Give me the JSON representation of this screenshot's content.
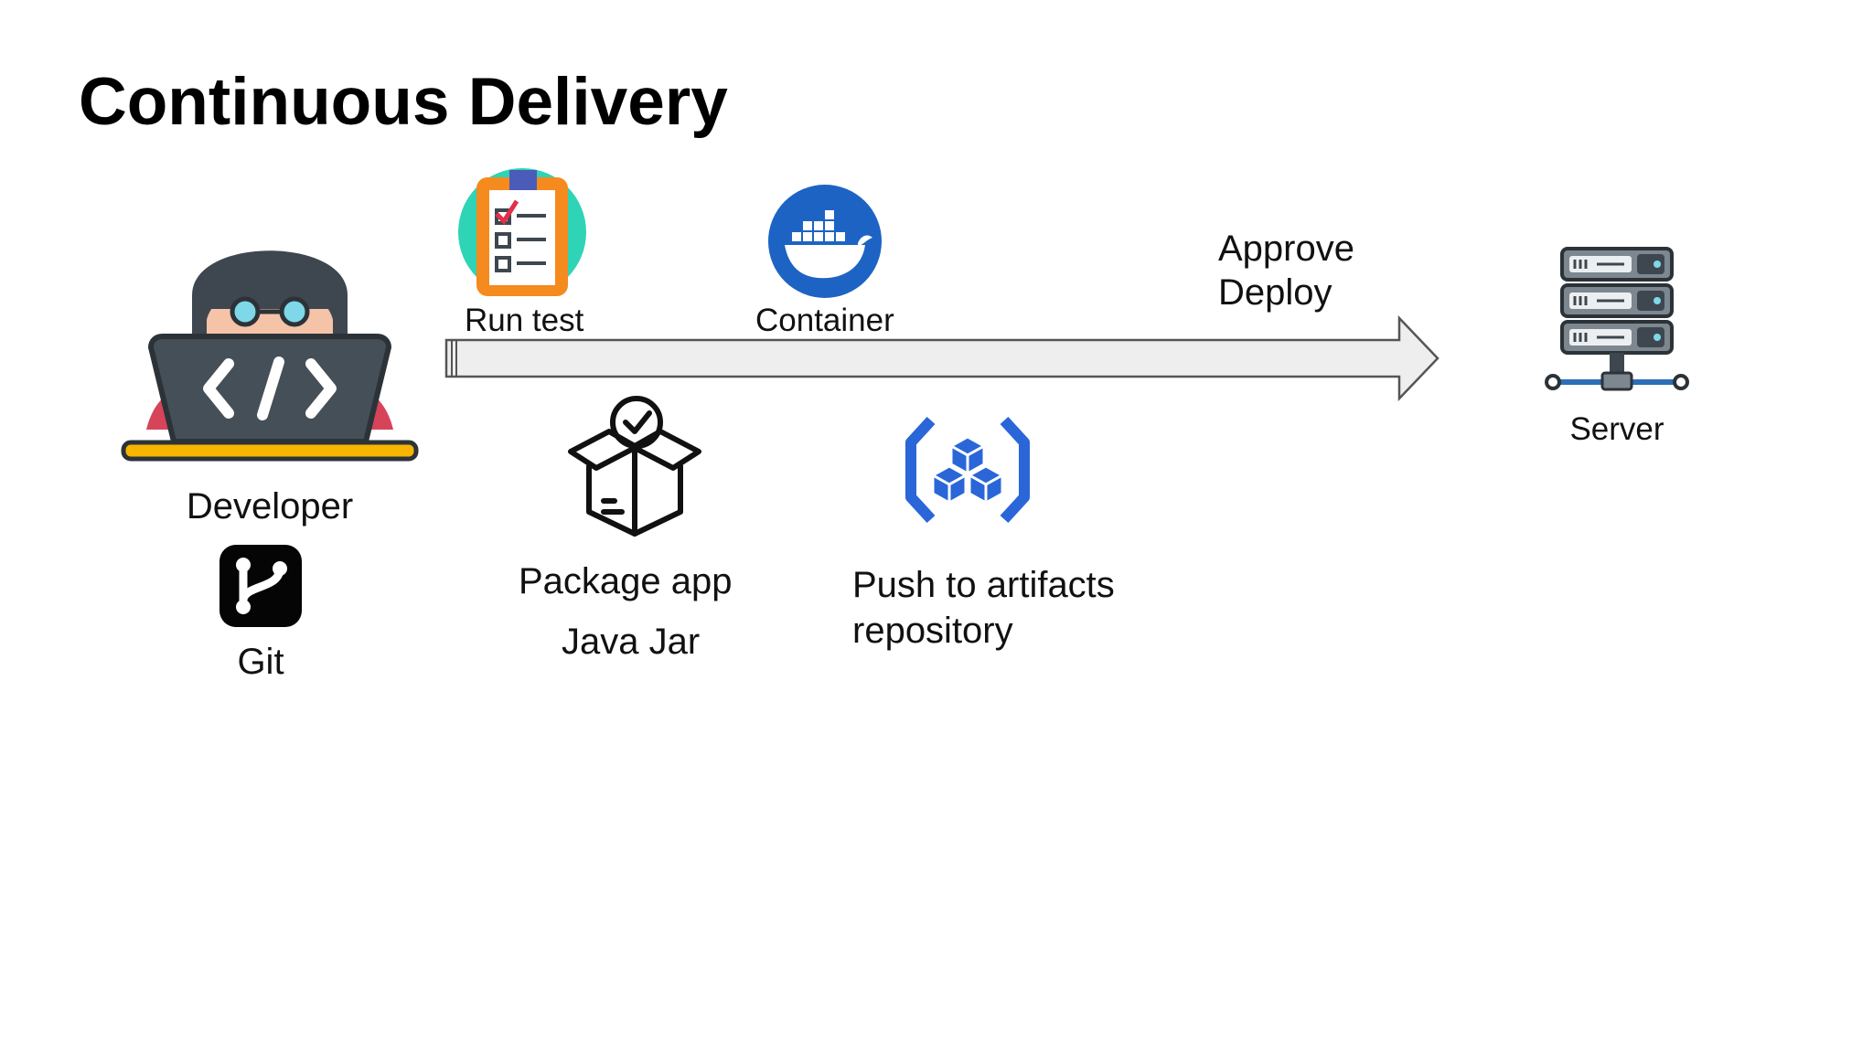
{
  "slide": {
    "title": "Continuous Delivery"
  },
  "nodes": {
    "developer": {
      "label": "Developer"
    },
    "git": {
      "label": "Git"
    },
    "run_test": {
      "label": "Run test"
    },
    "container": {
      "label": "Container"
    },
    "package_app": {
      "label": "Package app",
      "sublabel": "Java Jar"
    },
    "push_artifacts": {
      "line1": "Push to artifacts",
      "line2": "repository"
    },
    "approve_deploy": {
      "line1": "Approve",
      "line2": "Deploy"
    },
    "server": {
      "label": "Server"
    }
  },
  "colors": {
    "pipeline_arrow_fill": "#eeeeef",
    "pipeline_arrow_stroke": "#555555",
    "docker_blue": "#1d63c4",
    "artifact_blue": "#2a66d8",
    "laptop_gray": "#454f57",
    "desk_yellow": "#f7b400",
    "clipboard_orange": "#f58a1f",
    "clipboard_bg_teal": "#2fd4b6"
  }
}
